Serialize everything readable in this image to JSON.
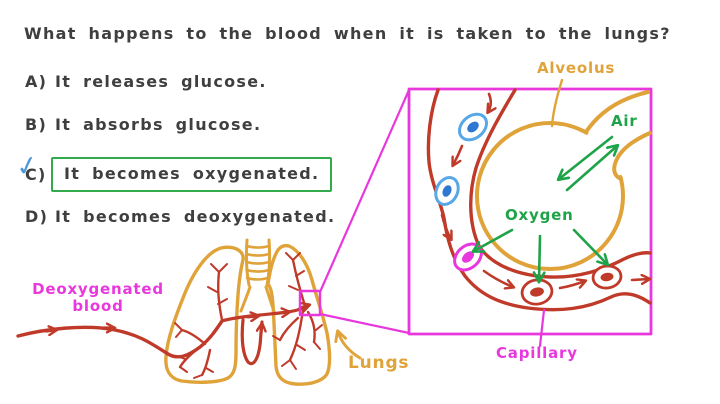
{
  "question": "What happens to the blood when it is taken to the lungs?",
  "options": [
    {
      "label": "A)",
      "text": "It releases glucose.",
      "correct": false
    },
    {
      "label": "B)",
      "text": "It absorbs glucose.",
      "correct": false
    },
    {
      "label": "C)",
      "text": "It becomes oxygenated.",
      "correct": true
    },
    {
      "label": "D)",
      "text": "It becomes deoxygenated.",
      "correct": false
    }
  ],
  "check_mark": "✓",
  "diagram": {
    "labels": {
      "deoxygenated_blood_line1": "Deoxygenated",
      "deoxygenated_blood_line2": "blood",
      "lungs": "Lungs",
      "alveolus": "Alveolus",
      "air": "Air",
      "oxygen": "Oxygen",
      "capillary": "Capillary"
    }
  },
  "colors": {
    "ink": "#3f3f3f",
    "magenta": "#e838dd",
    "orange": "#e0a33a",
    "vessel_red": "#c03a2a",
    "green": "#1fa349",
    "correct_box": "#33ab4d",
    "check_blue": "#4f96d8",
    "cell_blue_ring": "#58a8e8",
    "cell_blue_core": "#2f78d2",
    "background": "#ffffff"
  }
}
